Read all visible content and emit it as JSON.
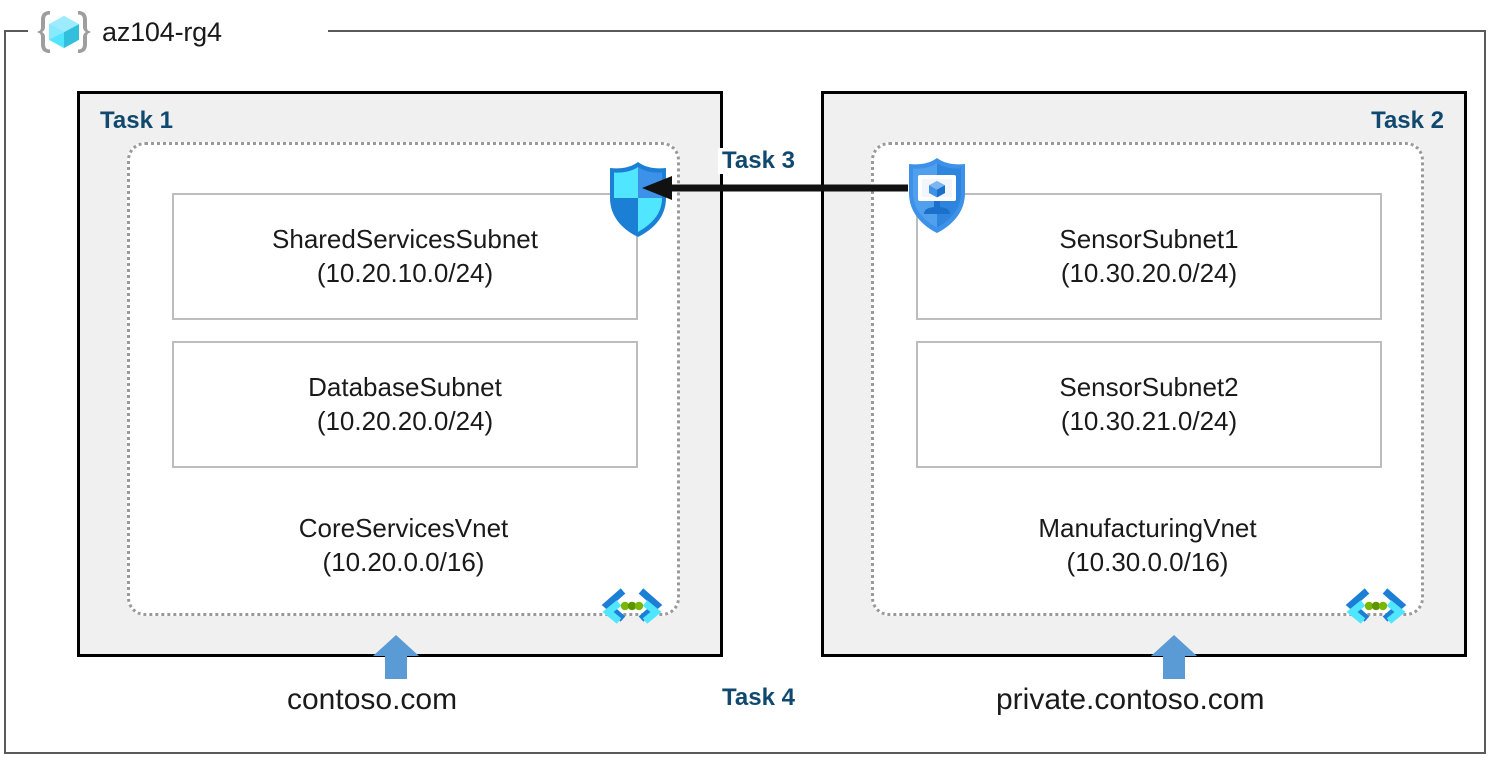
{
  "resource_group": {
    "name": "az104-rg4",
    "icon": "resource-group-cube-icon"
  },
  "panels": [
    {
      "id": "task1",
      "badge": "Task 1",
      "vnet": {
        "name": "CoreServicesVnet",
        "cidr": "(10.20.0.0/16)",
        "subnets": [
          {
            "name": "SharedServicesSubnet",
            "cidr": "(10.20.10.0/24)"
          },
          {
            "name": "DatabaseSubnet",
            "cidr": "(10.20.20.0/24)"
          }
        ],
        "dns_icon": "private-dns-zone-icon"
      },
      "security_icon": "firewall-shield-icon",
      "dns_zone": "contoso.com"
    },
    {
      "id": "task2",
      "badge": "Task 2",
      "vnet": {
        "name": "ManufacturingVnet",
        "cidr": "(10.30.0.0/16)",
        "subnets": [
          {
            "name": "SensorSubnet1",
            "cidr": "(10.30.20.0/24)"
          },
          {
            "name": "SensorSubnet2",
            "cidr": "(10.30.21.0/24)"
          }
        ],
        "dns_icon": "private-dns-zone-icon"
      },
      "security_icon": "bastion-shield-icon",
      "dns_zone": "private.contoso.com"
    }
  ],
  "connection": {
    "badge": "Task 3",
    "direction": "right-to-left",
    "icon": "left-arrow-icon"
  },
  "dns_task": {
    "badge": "Task 4"
  },
  "colors": {
    "task_label": "#11496E",
    "panel_fill": "#f0f0f0",
    "panel_border": "#000000",
    "vnet_border": "#9a9a9a",
    "subnet_border": "#bdbdbd",
    "blue_arrow": "#5B9BD5",
    "frame_border": "#5a5a5a",
    "dns_dot_green": "#7AB800",
    "shield_light": "#50E6FF",
    "shield_blue": "#0078D4"
  }
}
